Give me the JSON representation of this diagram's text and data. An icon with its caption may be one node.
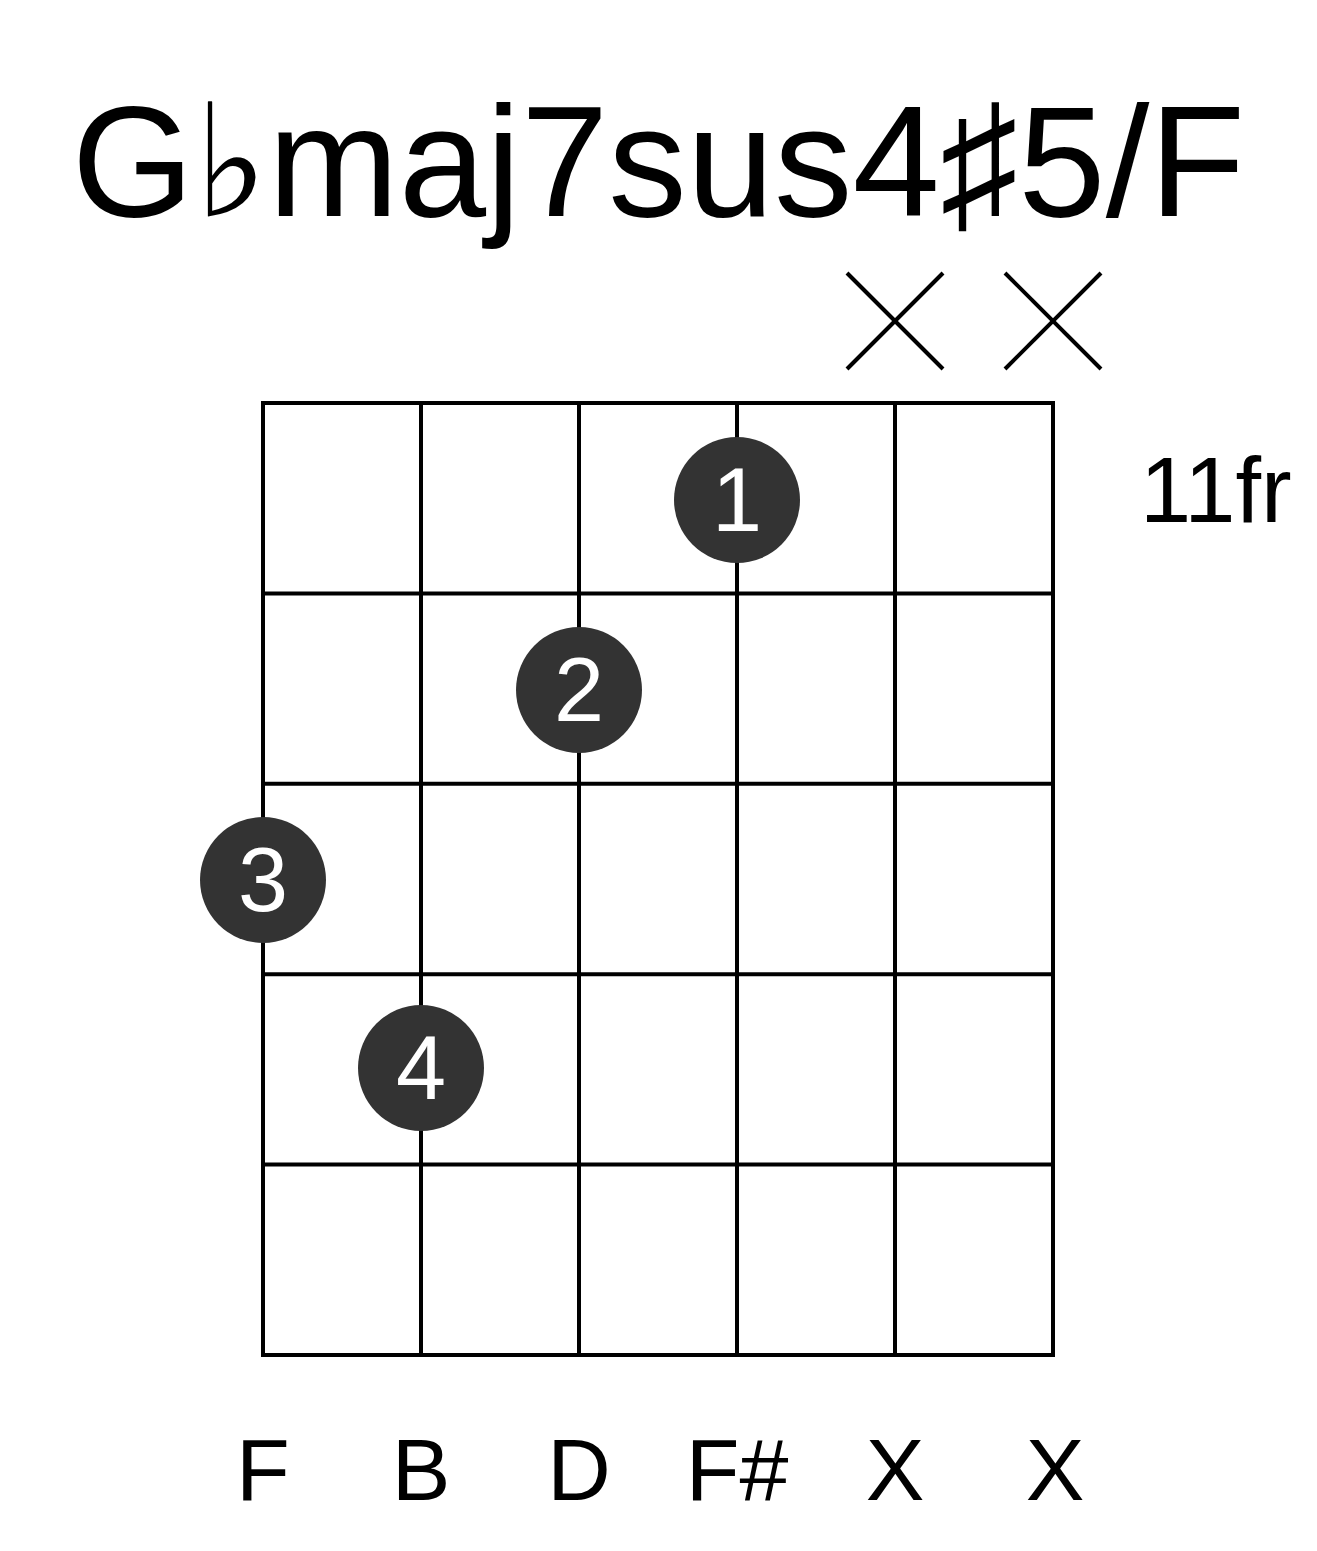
{
  "diagram": {
    "title": "G♭maj7sus4♯5/F",
    "nodes": [
      {
        "text": [
          "1"
        ]
      },
      {
        "text": [
          "2"
        ]
      },
      {
        "text": [
          "3"
        ]
      },
      {
        "text": [
          "4"
        ]
      }
    ],
    "labels": [
      "11fr",
      "F",
      "B",
      "D",
      "F#",
      "X",
      "X"
    ]
  }
}
